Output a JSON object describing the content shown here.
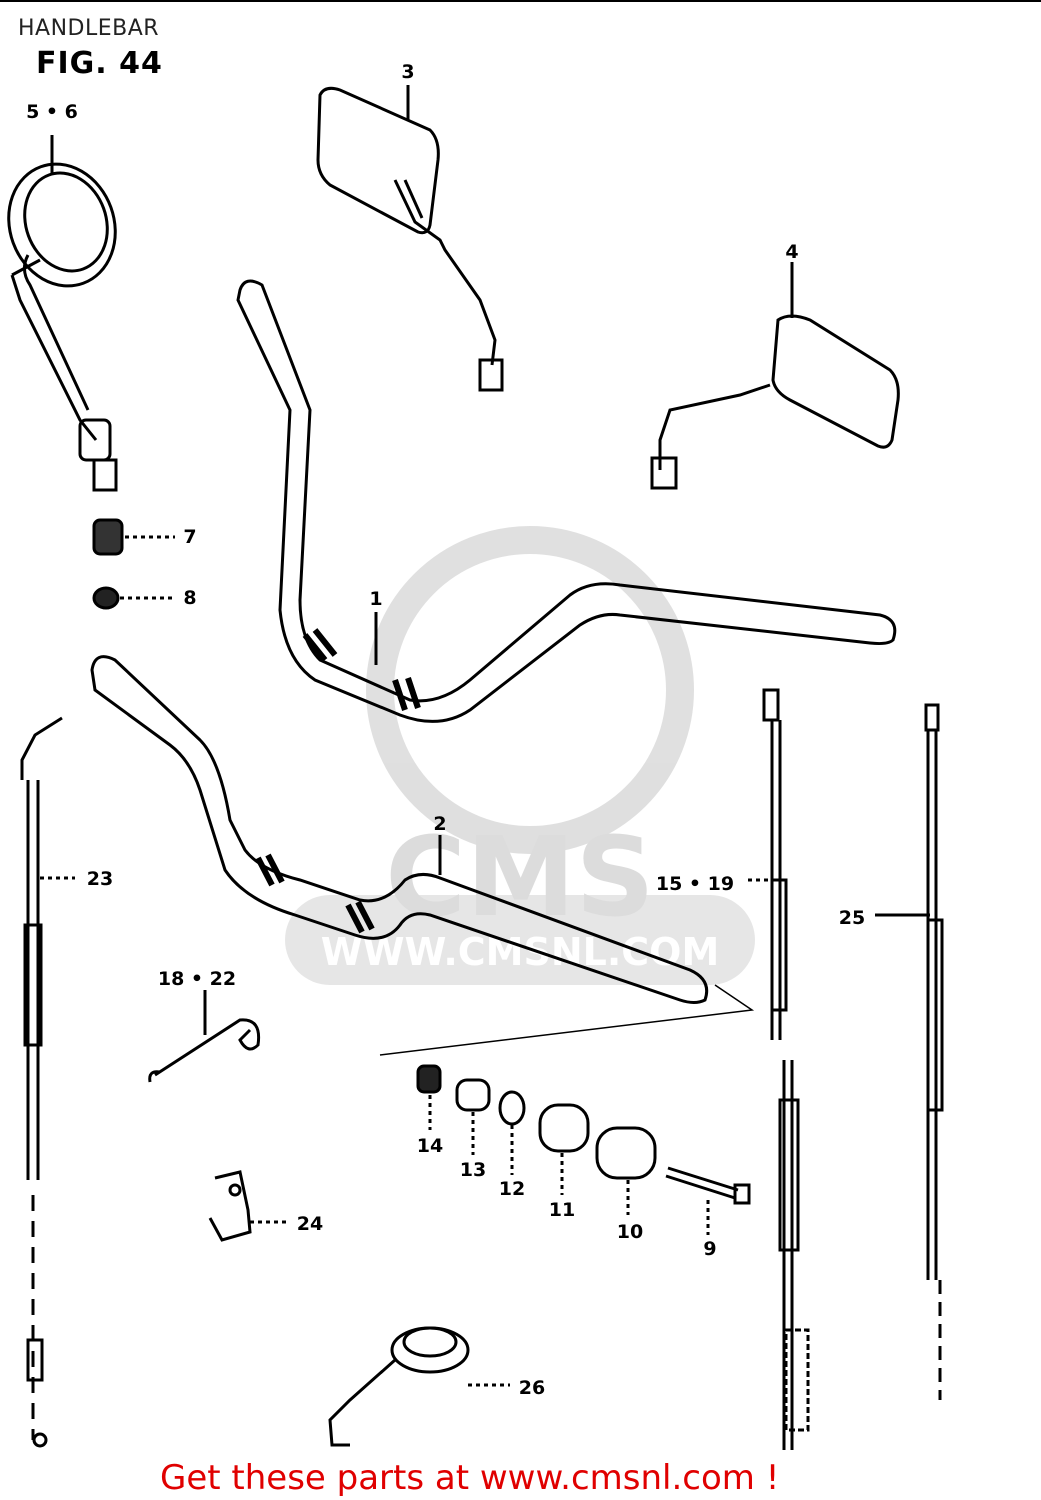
{
  "header": {
    "title": "HANDLEBAR",
    "figure": "FIG. 44"
  },
  "watermark": {
    "brand": "CMS",
    "url": "WWW.CMSNL.COM"
  },
  "callouts": {
    "c1": "1",
    "c2": "2",
    "c3": "3",
    "c4": "4",
    "c5_6": "5 • 6",
    "c7": "7",
    "c8": "8",
    "c9": "9",
    "c10": "10",
    "c11": "11",
    "c12": "12",
    "c13": "13",
    "c14": "14",
    "c15_19": "15 • 19",
    "c18_22": "18 • 22",
    "c23": "23",
    "c24": "24",
    "c25": "25",
    "c26": "26"
  },
  "footer": {
    "text": "Get these parts at www.cmsnl.com !"
  }
}
